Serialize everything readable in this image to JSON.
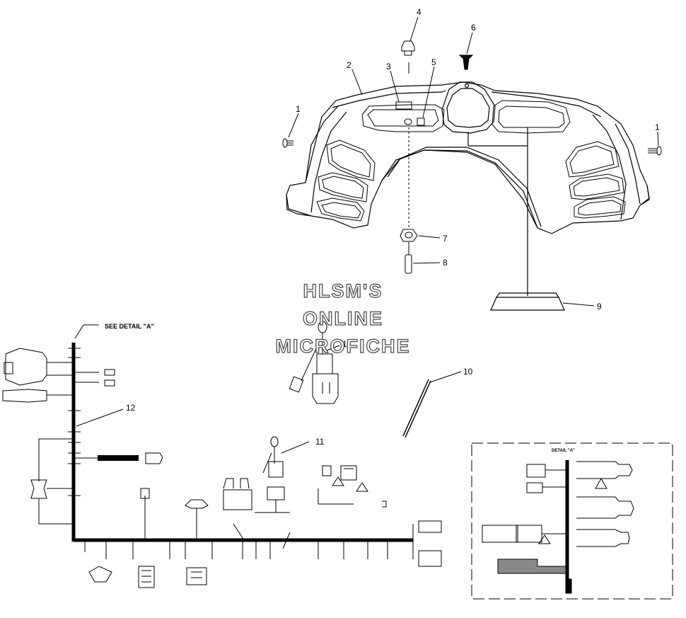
{
  "callouts": {
    "c1a": "1",
    "c1b": "1",
    "c2": "2",
    "c3": "3",
    "c4": "4",
    "c5": "5",
    "c6": "6",
    "c7": "7",
    "c8": "8",
    "c9": "9",
    "c10": "10",
    "c11a": "11",
    "c11b": "11",
    "c12": "12"
  },
  "labels": {
    "see_detail": "SEE DETAIL \"A\"",
    "detail_title": "DETAIL \"A\""
  },
  "watermark": {
    "line1": "HLSM'S",
    "line2": "ONLINE",
    "line3": "MICROFICHE"
  }
}
